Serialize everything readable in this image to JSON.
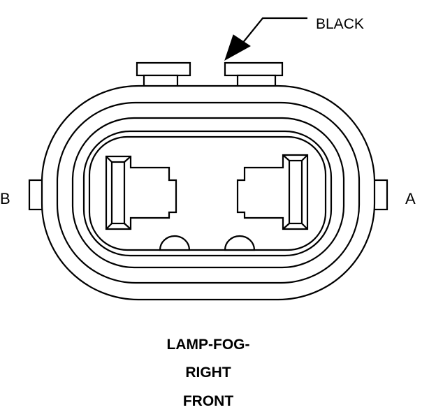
{
  "callout": {
    "color_label": "BLACK"
  },
  "pins": {
    "left": "B",
    "right": "A"
  },
  "title": {
    "line1": "LAMP-FOG-",
    "line2": "RIGHT",
    "line3": "FRONT"
  },
  "colors": {
    "ink": "#000000",
    "paper": "#ffffff"
  }
}
